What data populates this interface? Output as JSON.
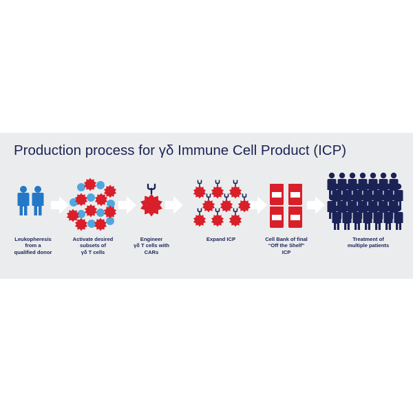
{
  "title": "Production process for γδ Immune Cell Product (ICP)",
  "steps": [
    {
      "icon": "donor-people-icon",
      "lines": [
        "Leukopheresis",
        "from a",
        "qualified donor"
      ]
    },
    {
      "icon": "cell-cluster-icon",
      "lines": [
        "Activate desired",
        "subsets of",
        "γδ T cells"
      ]
    },
    {
      "icon": "car-t-cell-icon",
      "lines": [
        "Engineer",
        "γδ T cells with",
        "CARs"
      ]
    },
    {
      "icon": "expanded-cells-icon",
      "lines": [
        "Expand ICP"
      ]
    },
    {
      "icon": "vials-icon",
      "lines": [
        "Cell Bank of final",
        "“Off the Shelf”",
        "ICP"
      ]
    },
    {
      "icon": "crowd-icon",
      "lines": [
        "Treatment of",
        "multiple patients"
      ]
    }
  ],
  "colors": {
    "navy": "#1b2356",
    "blue": "#2378c8",
    "light_blue": "#4ea8de",
    "red": "#d81f2a",
    "panel_bg": "#ebeced",
    "arrow": "#ffffff"
  }
}
